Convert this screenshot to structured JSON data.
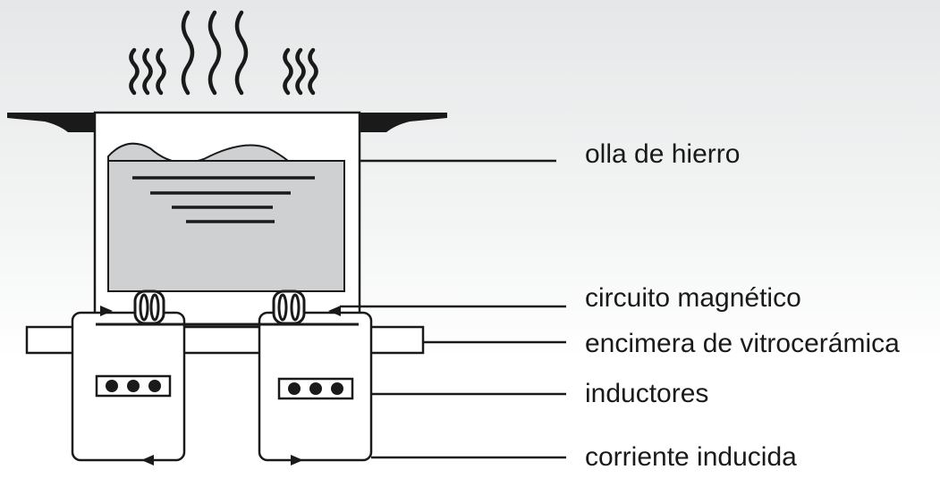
{
  "labels": {
    "pot": "olla de hierro",
    "magnetic_circuit": "circuito magnético",
    "cooktop": "encimera de vitrocerámica",
    "inductors": "inductores",
    "induced_current": "corriente inducida"
  },
  "colors": {
    "stroke": "#1a1a1a",
    "liquid": "#cfd0d2",
    "background_top": "#e6e7e8",
    "background_bottom": "#ffffff"
  }
}
